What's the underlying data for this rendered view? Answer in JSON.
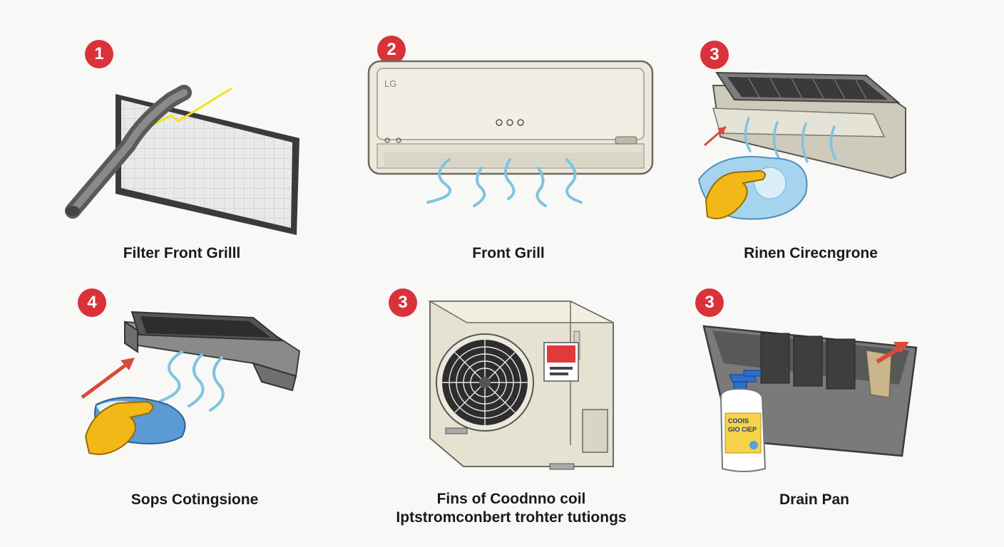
{
  "steps": [
    {
      "badge": "1",
      "caption": "Filter Front Grilll"
    },
    {
      "badge": "2",
      "caption": "Front Grill",
      "brand": "LG"
    },
    {
      "badge": "3",
      "caption": "Rinen Cirecngrone"
    },
    {
      "badge": "4",
      "caption": "Sops Cotingsione"
    },
    {
      "badge": "3",
      "caption": "Fins of Coodnno coil",
      "caption2": "Iptstromconbert trohter tutiongs"
    },
    {
      "badge": "3",
      "caption": "Drain Pan",
      "bottle_label_1": "COOIS",
      "bottle_label_2": "GIO CIEP"
    }
  ],
  "colors": {
    "badge": "#d9323a",
    "water": "#7fc4e0",
    "glove": "#f2b817",
    "cloth": "#5b9ad4",
    "arrow": "#d94a3a",
    "unit_body": "#ece9dc"
  }
}
